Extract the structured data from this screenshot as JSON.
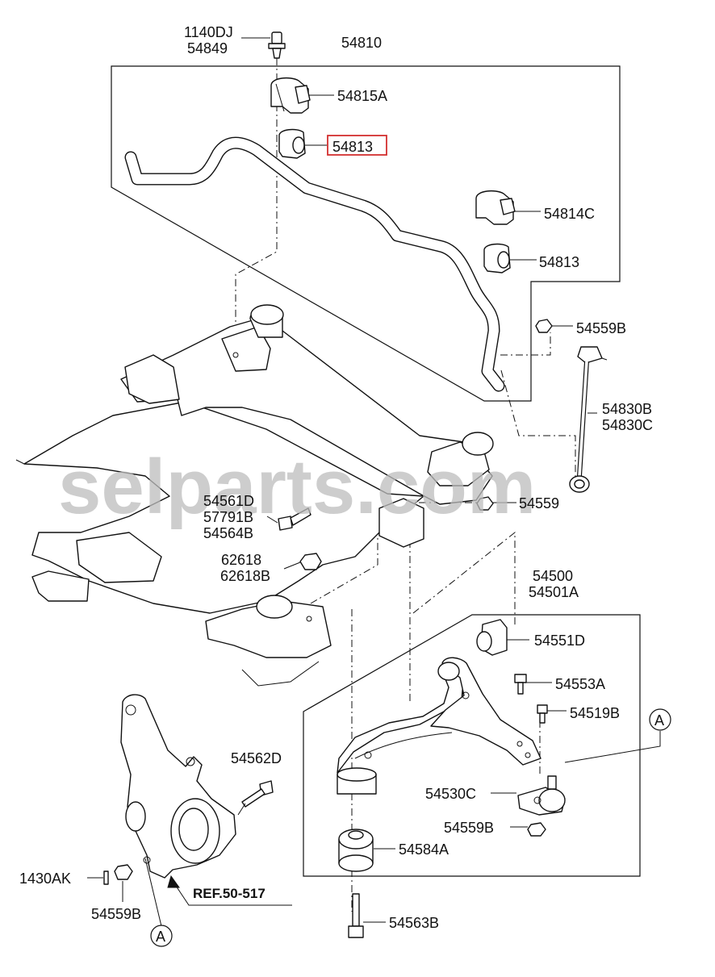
{
  "watermark": "selparts.com",
  "highlight_color": "#d32f2f",
  "labels": {
    "p1140DJ": "1140DJ",
    "p54849": "54849",
    "p54810": "54810",
    "p54815A": "54815A",
    "p54813_top": "54813",
    "p54814C": "54814C",
    "p54813_mid": "54813",
    "p54559B_top": "54559B",
    "p54830B": "54830B",
    "p54830C": "54830C",
    "p54561D": "54561D",
    "p57791B": "57791B",
    "p54564B": "54564B",
    "p54559": "54559",
    "p62618": "62618",
    "p62618B": "62618B",
    "p54500": "54500",
    "p54501A": "54501A",
    "p54551D": "54551D",
    "p54553A": "54553A",
    "p54519B": "54519B",
    "p54562D": "54562D",
    "p54530C": "54530C",
    "p54559B_mid": "54559B",
    "p54584A": "54584A",
    "p1430AK": "1430AK",
    "p54559B_bot": "54559B",
    "ref": "REF.50-517",
    "p54563B": "54563B",
    "callout_a_right": "A",
    "callout_a_bottom": "A"
  }
}
